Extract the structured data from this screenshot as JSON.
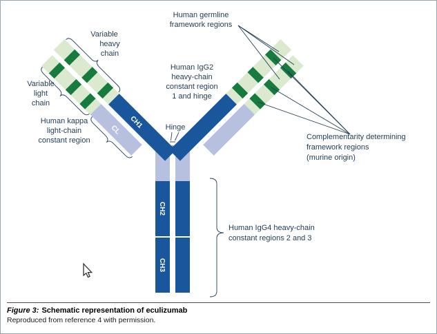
{
  "colors": {
    "antibody_dark_blue": "#1a569b",
    "antibody_lavender": "#b7c0df",
    "antibody_light_green": "#dbe9cf",
    "antibody_dark_green": "#177a3e",
    "annotation_line": "#233e55"
  },
  "diagram": {
    "germline_label": [
      "Human germline",
      "framework regions"
    ],
    "variable_heavy_label": [
      "Variable",
      "heavy",
      "chain"
    ],
    "variable_light_label": [
      "Variable",
      "light",
      "chain"
    ],
    "kappa_label": [
      "Human kappa",
      "light-chain",
      "constant region"
    ],
    "igg2_label": [
      "Human IgG2",
      "heavy-chain",
      "constant region",
      "1 and hinge"
    ],
    "hinge_label": "Hinge",
    "cdr_label": [
      "Complementarity determining",
      "framework regions",
      "(murine origin)"
    ],
    "igg4_label": [
      "Human IgG4 heavy-chain",
      "constant regions 2 and 3"
    ],
    "segments": {
      "ch1": "CH1",
      "cl": "CL",
      "ch2": "CH2",
      "ch3": "CH3"
    }
  },
  "caption": {
    "figure_label": "Figure 3:",
    "title": "Schematic representation of eculizumab",
    "note": "Reproduced from reference 4 with permission."
  }
}
